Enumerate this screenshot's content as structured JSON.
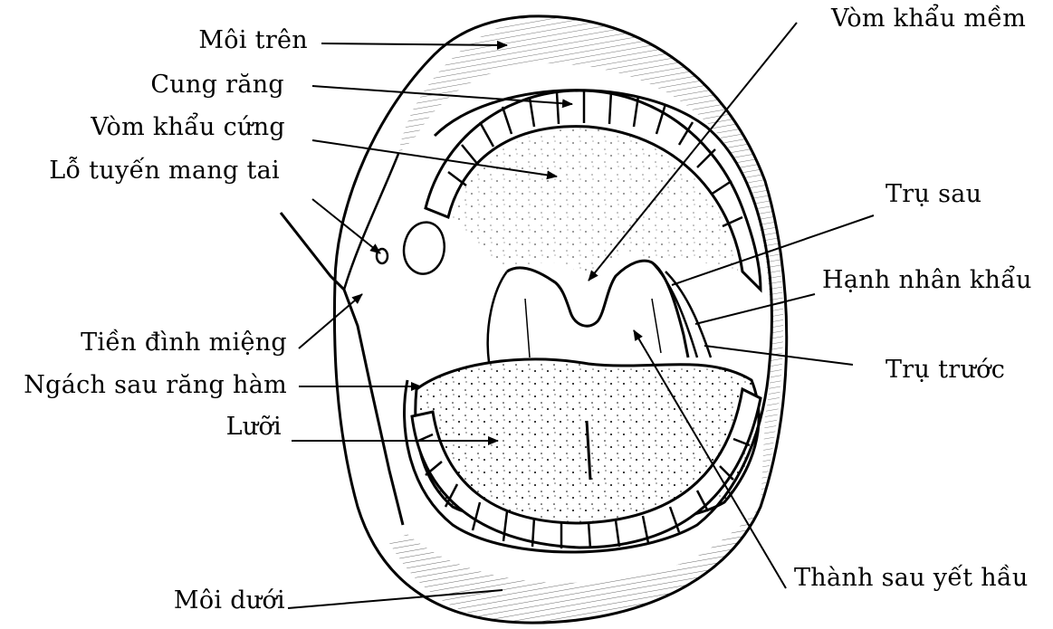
{
  "labels": {
    "moi_tren": "Môi trên",
    "cung_rang": "Cung răng",
    "vom_khau_cung": "Vòm khẩu cứng",
    "lo_tuyen_mang_tai": "Lỗ tuyến mang tai",
    "tien_dinh_mieng": "Tiền đình miệng",
    "ngach_sau_rang_ham": "Ngách sau răng hàm",
    "luoi": "Lưỡi",
    "moi_duoi": "Môi dưới",
    "vom_khau_mem": "Vòm khẩu mềm",
    "tru_sau": "Trụ sau",
    "hanh_nhan_khau": "Hạnh nhân khẩu",
    "tru_truoc": "Trụ trước",
    "thanh_sau_yet_hau": "Thành sau yết hầu"
  },
  "colors": {
    "ink": "#000000",
    "paper": "#ffffff"
  }
}
